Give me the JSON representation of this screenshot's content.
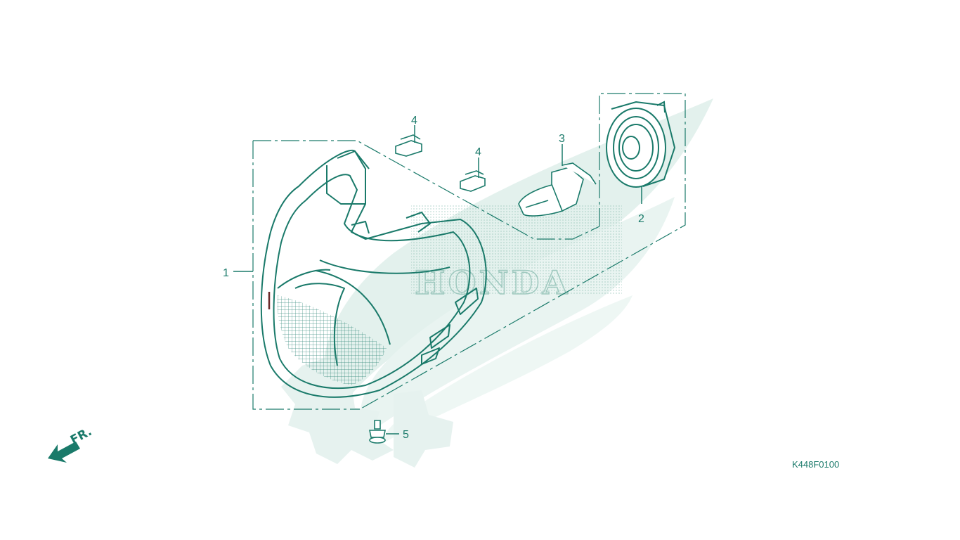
{
  "diagram": {
    "drawing_code": "K448F0100",
    "watermark_text": "HONDA",
    "direction_label": "FR.",
    "callouts": [
      {
        "label": "1",
        "part": "headlight-assembly"
      },
      {
        "label": "2",
        "part": "bulb-socket-cover"
      },
      {
        "label": "3",
        "part": "headlight-bulb"
      },
      {
        "label": "4",
        "part": "clip"
      },
      {
        "label": "4",
        "part": "clip"
      },
      {
        "label": "5",
        "part": "screw"
      }
    ]
  },
  "colors": {
    "line": "#1a7a6a",
    "watermark": "#d8ece7",
    "hatch": "#9fc9bf"
  }
}
